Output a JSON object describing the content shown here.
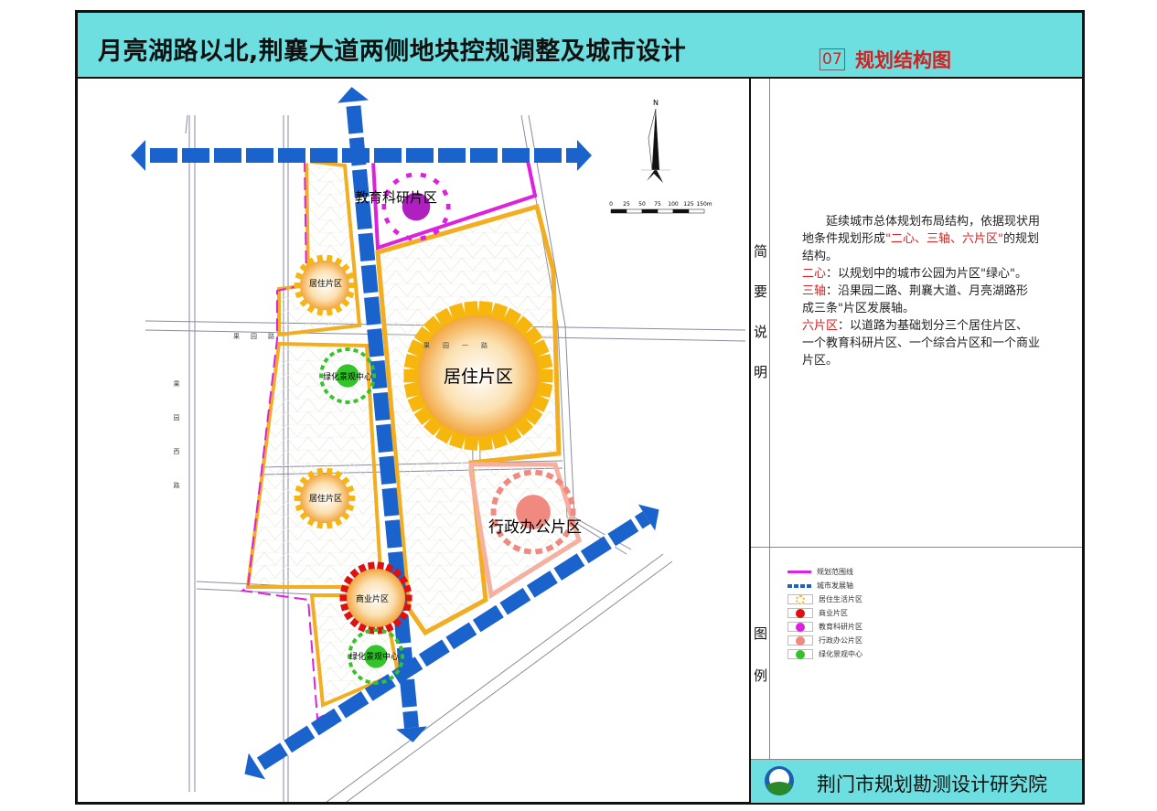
{
  "header": {
    "title": "月亮湖路以北,荆襄大道两侧地块控规调整及城市设计",
    "sheet_number": "07",
    "sheet_title": "规划结构图"
  },
  "map": {
    "compass_label": "N",
    "scale_labels": [
      "0",
      "25",
      "50",
      "75",
      "100",
      "125",
      "150m"
    ],
    "zones": {
      "education": "教育科研片区",
      "residential_main": "居住片区",
      "residential_north": "居住片区",
      "residential_south": "居住片区",
      "admin": "行政办公片区",
      "commercial": "商业片区",
      "green_north": "绿化景观中心",
      "green_south": "绿化景观中心"
    },
    "road_labels": {
      "west_road": "果园西路",
      "guoyuan_road": "果园路",
      "guoyuan_1_road": "果园一路"
    }
  },
  "description": {
    "column_label": [
      "简",
      "要",
      "说",
      "明"
    ],
    "intro": "延续城市总体规划布局结构，依据现状用地条件规划形成",
    "intro_highlight": "\"二心、三轴、六片区\"",
    "intro_end": "的规划结构。",
    "item1_key": "二心",
    "item1_text": "：以规划中的城市公园为片区\"绿心\"。",
    "item2_key": "三轴",
    "item2_text": "：沿果园二路、荆襄大道、月亮湖路形成三条\"片区发展轴。",
    "item3_key": "六片区",
    "item3_text": "：以道路为基础划分三个居住片区、一个教育科研片区、一个综合片区和一个商业片区。"
  },
  "legend": {
    "column_label": [
      "图",
      "例"
    ],
    "items": [
      {
        "label": "规划范围线",
        "color": "#dd22dd"
      },
      {
        "label": "城市发展轴",
        "color": "#1a62cc"
      },
      {
        "label": "居住生活片区",
        "color": "#f6b60e"
      },
      {
        "label": "商业片区",
        "color": "#dd1111"
      },
      {
        "label": "教育科研片区",
        "color": "#dd22dd"
      },
      {
        "label": "行政办公片区",
        "color": "#f08a80"
      },
      {
        "label": "绿化景观中心",
        "color": "#33c42a"
      }
    ]
  },
  "footer": {
    "organization": "荆门市规划勘测设计研究院"
  },
  "colors": {
    "header_bg": "#6ddfe0",
    "axis_blue": "#1a62cc",
    "boundary_magenta": "#dd22dd",
    "residential_yellow": "#f6b60e",
    "commercial_red": "#dd1111",
    "admin_pink": "#f08a80",
    "green": "#33c42a",
    "highlight_red": "#d42020"
  }
}
